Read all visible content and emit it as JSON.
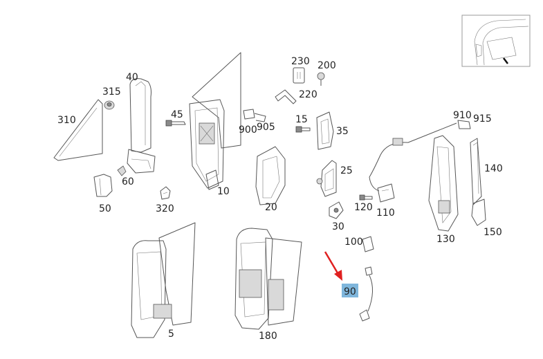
{
  "diagram": {
    "selected_part": "90",
    "highlight_color": "#7fb6dc",
    "arrow_color": "#e02020",
    "labels": {
      "p5": "5",
      "p10": "10",
      "p15": "15",
      "p20": "20",
      "p25": "25",
      "p30": "30",
      "p35": "35",
      "p40": "40",
      "p45": "45",
      "p50": "50",
      "p60": "60",
      "p90": "90",
      "p100": "100",
      "p110": "110",
      "p120": "120",
      "p130": "130",
      "p140": "140",
      "p150": "150",
      "p180": "180",
      "p200": "200",
      "p220": "220",
      "p230": "230",
      "p310": "310",
      "p315": "315",
      "p320": "320",
      "p900": "900",
      "p905": "905",
      "p910": "910",
      "p915": "915"
    }
  }
}
